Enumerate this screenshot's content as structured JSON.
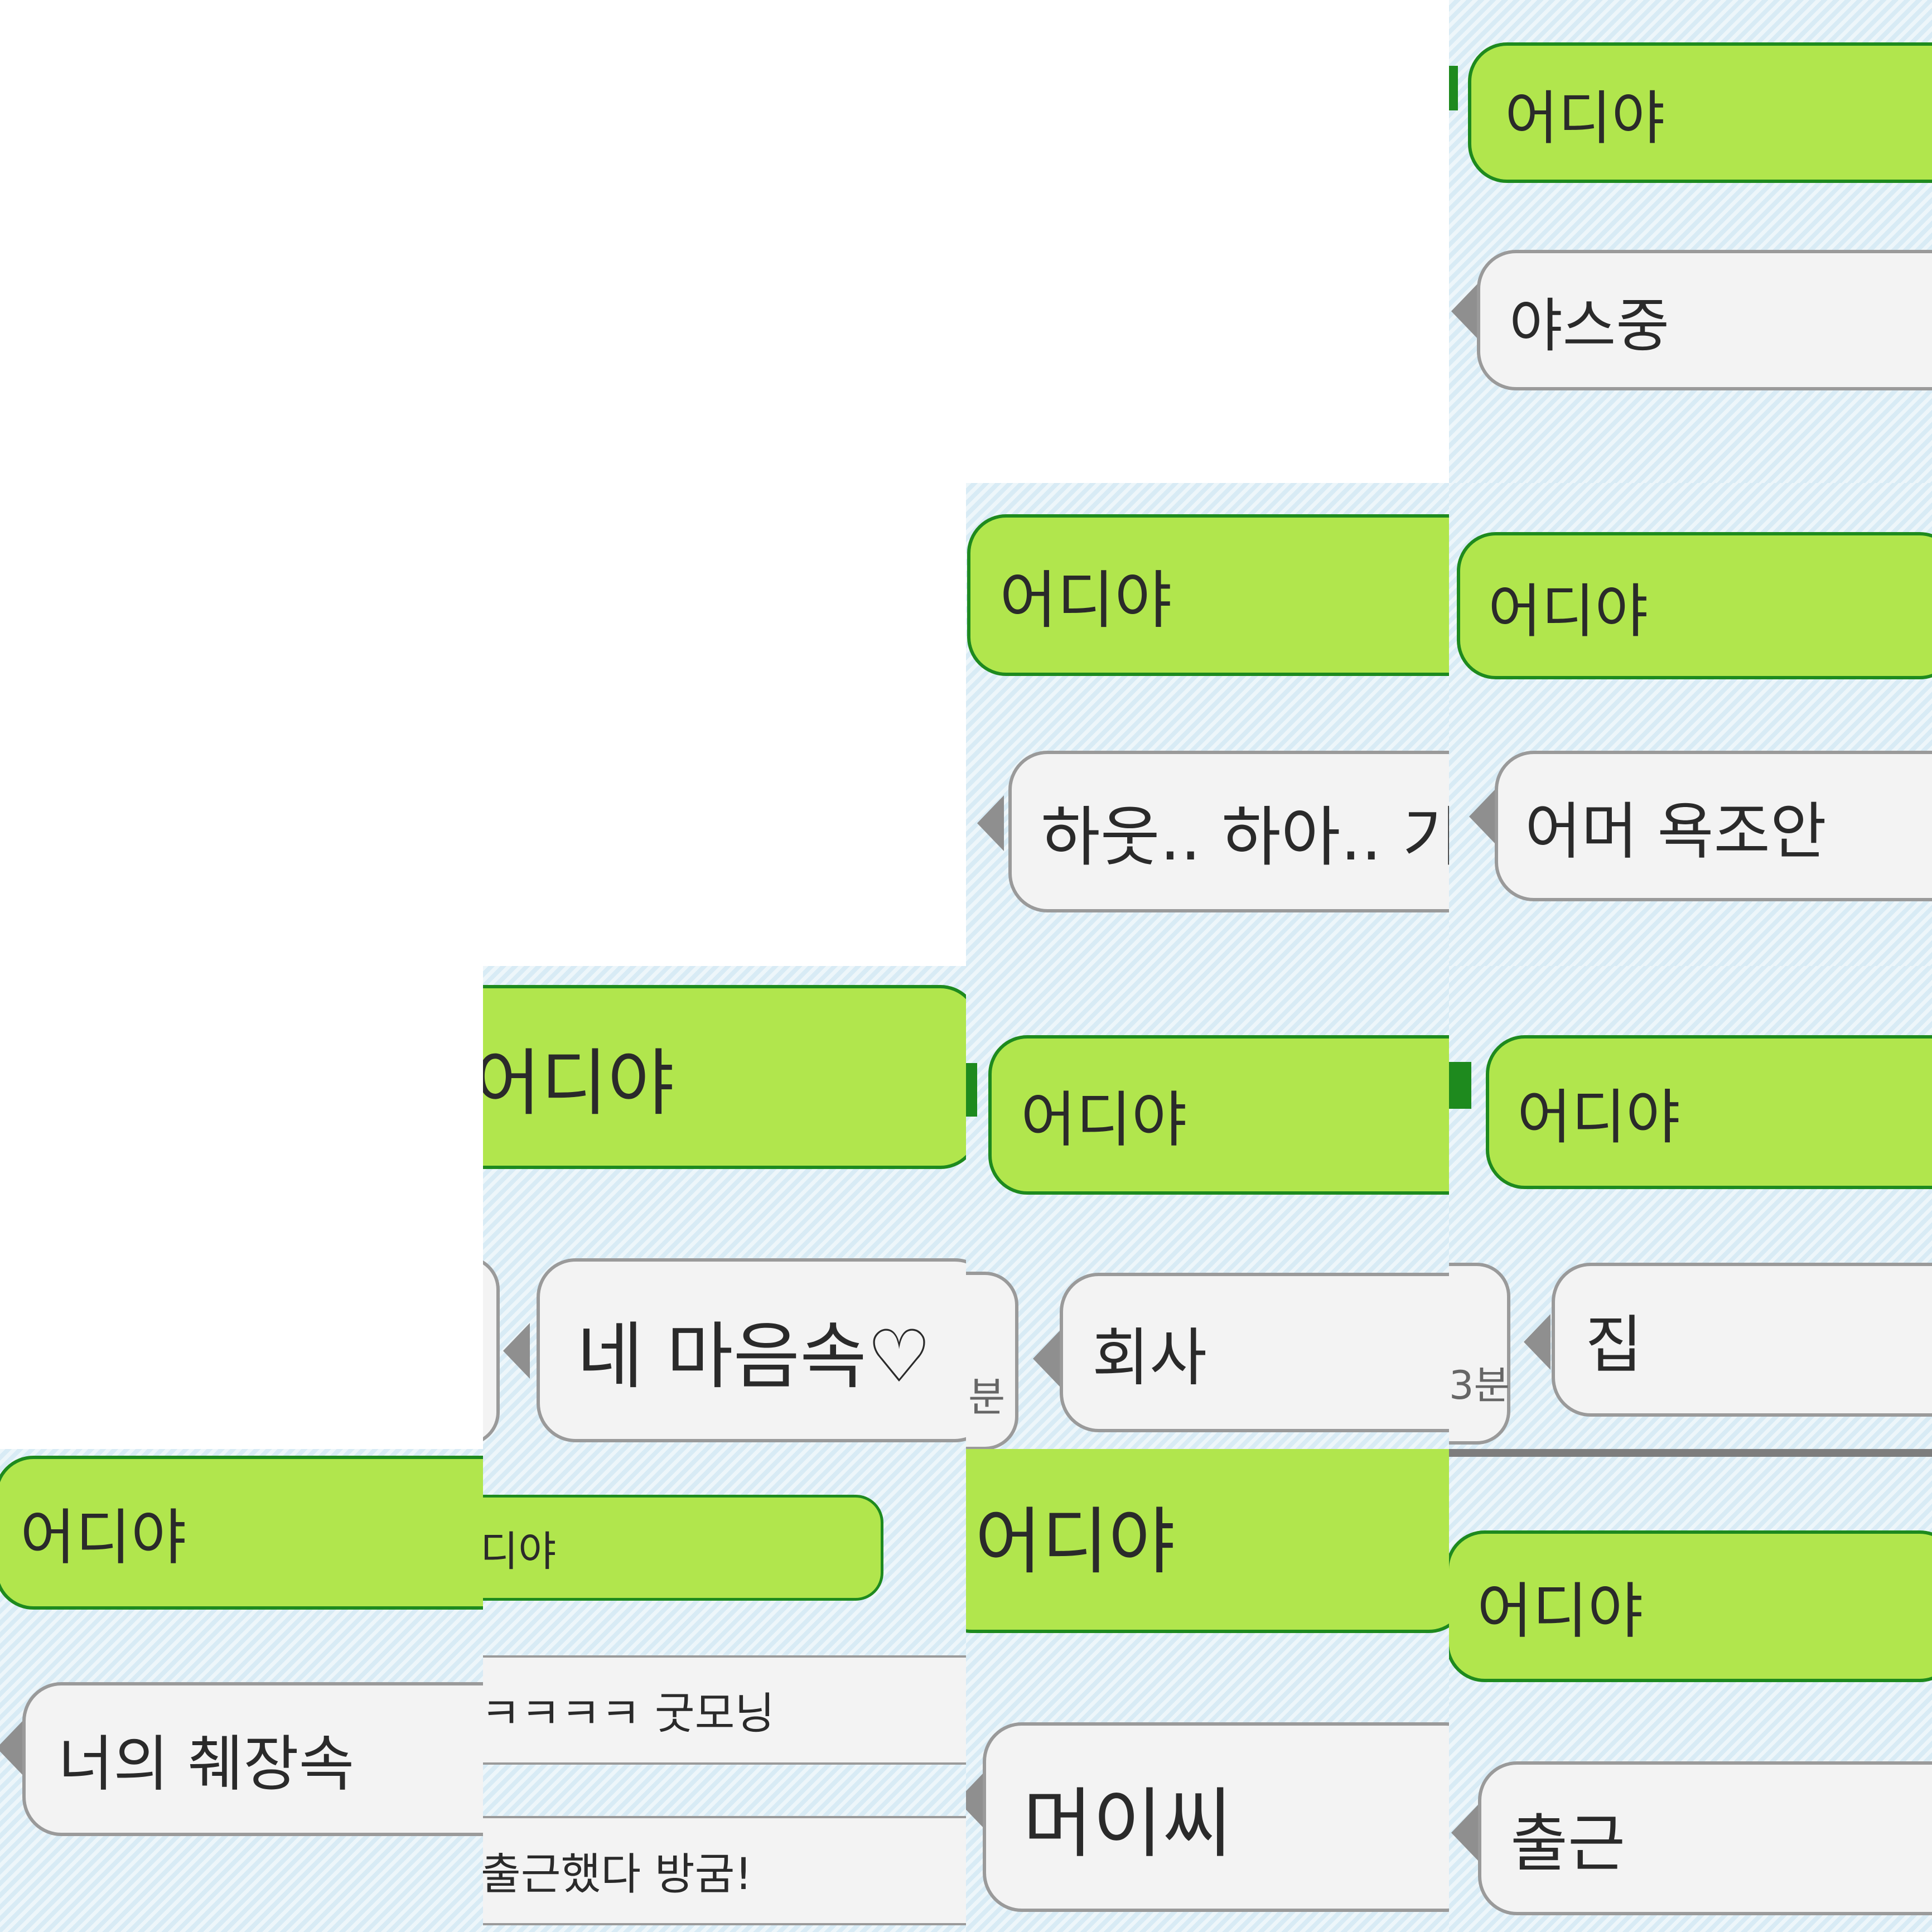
{
  "panels": [
    {
      "sent_text": "어디야",
      "reply_text": "야스중"
    },
    {
      "sent_text": "어디야",
      "reply_text": "하웃.. 하아.. 기"
    },
    {
      "sent_text": "어디야",
      "reply_text": "어머 욕조안"
    },
    {
      "sent_text": "어디야",
      "reply_text": "네 마음속♡"
    },
    {
      "sent_text": "어디야",
      "reply_text": "회사",
      "time_text": "분"
    },
    {
      "sent_text": "어디야",
      "reply_text": "집",
      "time_text": "3분"
    },
    {
      "sent_text": "어디야",
      "reply_text": "너의 췌장속"
    },
    {
      "sent_text": "디야",
      "reply_lines": [
        "ㅋㅋㅋㅋ 굿모닝",
        "출근했다 방굼!"
      ]
    },
    {
      "sent_text": "어디야",
      "reply_text": "머이씨"
    },
    {
      "sent_text": "어디야",
      "reply_text": "출근"
    }
  ]
}
